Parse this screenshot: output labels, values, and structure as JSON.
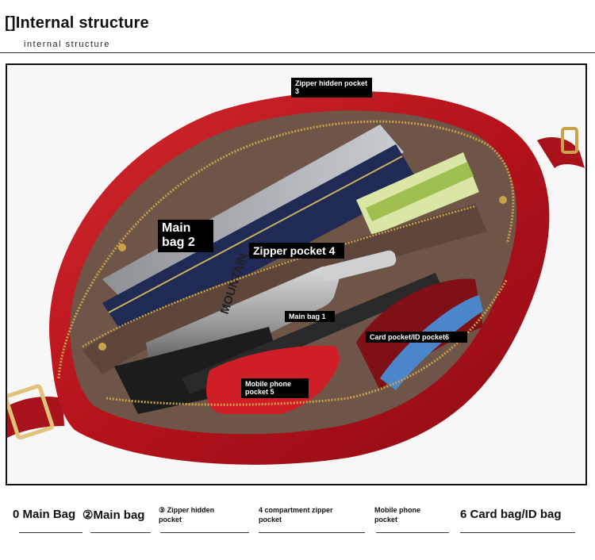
{
  "header": {
    "title": "[]Internal structure",
    "subtitle": "internal structure"
  },
  "photo": {
    "labels": {
      "zipper_hidden_pocket": "Zipper hidden pocket 3",
      "main_bag_2": "Main bag 2",
      "zipper_pocket_4": "Zipper pocket 4",
      "main_bag_1": "Main bag 1",
      "card_pocket": "Card pocket/ID pocket6",
      "mobile_phone_pocket": "Mobile phone pocket 5"
    },
    "pouch_text": "MOUNTAIN",
    "colors": {
      "bag_red": "#b5121b",
      "lining": "#6e5548",
      "zipper_gold": "#c9a24a"
    }
  },
  "legend": {
    "items": [
      {
        "label": "0 Main Bag"
      },
      {
        "label": "②Main bag"
      },
      {
        "label": "③ Zipper hidden pocket"
      },
      {
        "label": "4 compartment zipper pocket"
      },
      {
        "label": "Mobile phone pocket"
      },
      {
        "label": "6 Card bag/ID bag"
      }
    ]
  }
}
